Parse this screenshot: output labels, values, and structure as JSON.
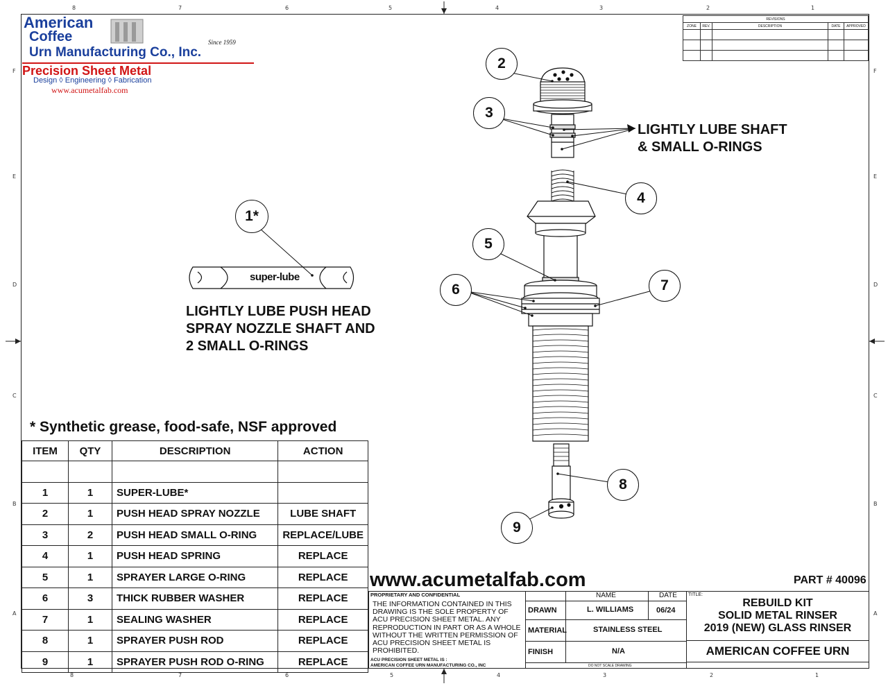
{
  "logo": {
    "line1": "American",
    "line2": "Coffee",
    "line3": "Urn Manufacturing Co., Inc.",
    "since": "Since 1959",
    "tagline": "Precision Sheet Metal",
    "services": "Design ◊ Engineering ◊ Fabrication",
    "url": "www.acumetalfab.com"
  },
  "zones": {
    "columns": [
      "8",
      "7",
      "6",
      "5",
      "4",
      "3",
      "2",
      "1"
    ],
    "rows": [
      "F",
      "E",
      "D",
      "C",
      "B",
      "A"
    ]
  },
  "revisions": {
    "title": "REVISIONS",
    "headers": [
      "ZONE",
      "REV.",
      "DESCRIPTION",
      "DATE",
      "APPROVED"
    ]
  },
  "callouts": {
    "b1": "1*",
    "b2": "2",
    "b3": "3",
    "b4": "4",
    "b5": "5",
    "b6": "6",
    "b7": "7",
    "b8": "8",
    "b9": "9"
  },
  "tube_label": "super-lube",
  "notes": {
    "lube_shaft_1": "LIGHTLY LUBE SHAFT",
    "lube_shaft_2": "& SMALL O-RINGS",
    "push_head_1": "LIGHTLY LUBE PUSH HEAD",
    "push_head_2": "SPRAY NOZZLE SHAFT AND",
    "push_head_3": "2 SMALL O-RINGS",
    "grease": "* Synthetic grease, food-safe, NSF approved"
  },
  "bom": {
    "headers": [
      "ITEM",
      "QTY",
      "DESCRIPTION",
      "ACTION"
    ],
    "rows": [
      {
        "item": "1",
        "qty": "1",
        "desc": "SUPER-LUBE*",
        "action": ""
      },
      {
        "item": "2",
        "qty": "1",
        "desc": "PUSH HEAD SPRAY NOZZLE",
        "action": "LUBE SHAFT"
      },
      {
        "item": "3",
        "qty": "2",
        "desc": "PUSH HEAD SMALL O-RING",
        "action": "REPLACE/LUBE"
      },
      {
        "item": "4",
        "qty": "1",
        "desc": "PUSH HEAD SPRING",
        "action": "REPLACE"
      },
      {
        "item": "5",
        "qty": "1",
        "desc": "SPRAYER LARGE O-RING",
        "action": "REPLACE"
      },
      {
        "item": "6",
        "qty": "3",
        "desc": "THICK RUBBER WASHER",
        "action": "REPLACE"
      },
      {
        "item": "7",
        "qty": "1",
        "desc": "SEALING WASHER",
        "action": "REPLACE"
      },
      {
        "item": "8",
        "qty": "1",
        "desc": "SPRAYER PUSH ROD",
        "action": "REPLACE"
      },
      {
        "item": "9",
        "qty": "1",
        "desc": "SPRAYER PUSH ROD O-RING",
        "action": "REPLACE"
      }
    ]
  },
  "titleblock": {
    "website": "www.acumetalfab.com",
    "part": "PART # 40096",
    "prop_title": "PROPRIETARY AND CONFIDENTIAL",
    "prop_1": "THE INFORMATION CONTAINED IN THIS",
    "prop_2": "DRAWING IS THE SOLE PROPERTY OF",
    "prop_3": "ACU PRECISION SHEET METAL.  ANY",
    "prop_4": "REPRODUCTION IN PART OR AS A WHOLE",
    "prop_5": "WITHOUT THE WRITTEN PERMISSION OF",
    "prop_6": "ACU PRECISION SHEET METAL IS",
    "prop_7": "PROHIBITED.",
    "prop_8": "ACU PRECISION SHEET METAL IS :",
    "prop_9": "AMERICAN COFFEE URN MANUFACTURING CO., INC",
    "name_hdr": "NAME",
    "date_hdr": "DATE",
    "title_hdr": "TITLE:",
    "drawn_lbl": "DRAWN",
    "drawn_name": "L. WILLIAMS",
    "drawn_date": "06/24",
    "material_lbl": "MATERIAL",
    "material_val": "STAINLESS STEEL",
    "finish_lbl": "FINISH",
    "finish_val": "N/A",
    "title_1": "REBUILD KIT",
    "title_2": "SOLID METAL RINSER",
    "title_3": "2019 (NEW) GLASS RINSER",
    "company": "AMERICAN COFFEE URN",
    "no_scale": "DO NOT SCALE DRAWING"
  },
  "colors": {
    "brand_blue": "#1a3f9c",
    "brand_red": "#d11515",
    "line": "#111111"
  }
}
